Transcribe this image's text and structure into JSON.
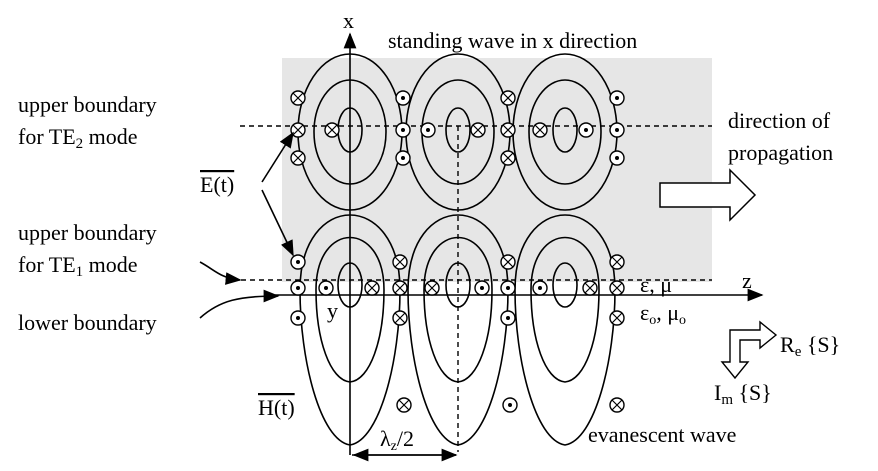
{
  "labels": {
    "x_axis": "x",
    "z_axis": "z",
    "y_axis": "y",
    "title": "standing wave in x direction",
    "upper_te2_1": "upper boundary",
    "upper_te2_2": "for  TE",
    "upper_te2_sub": "2",
    "upper_te2_3": " mode",
    "upper_te1_1": "upper boundary",
    "upper_te1_2": "for TE",
    "upper_te1_sub": "1",
    "upper_te1_3": " mode",
    "lower_boundary": "lower boundary",
    "e_field": "E(t)",
    "h_field": "H(t)",
    "direction_1": "direction of",
    "direction_2": "propagation",
    "medium_1": "ε, μ",
    "medium_2": "ε",
    "medium_2_sub": "o",
    "medium_2b": ", μ",
    "medium_2b_sub": "o",
    "re_s": "R",
    "re_sub": "e",
    "re_rest": " {S}",
    "im_s": "I",
    "im_sub": "m",
    "im_rest": " {S}",
    "wavelength": "λ",
    "wavelength_sub": "z",
    "wavelength_rest": "/2",
    "evanescent": "evanescent wave"
  },
  "colors": {
    "region_fill": "#e6e6e6"
  }
}
